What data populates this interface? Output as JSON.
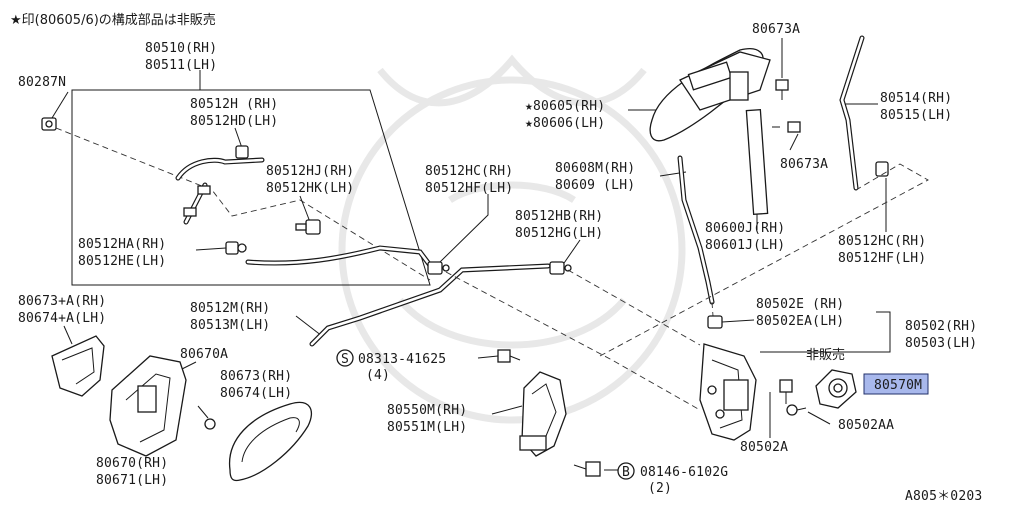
{
  "header_note": "★印(80605/6)の構成部品は非販売",
  "footer_code": "A805＊0203",
  "labels": {
    "p80510": "80510(RH)",
    "p80511": "80511(LH)",
    "p80287N": "80287N",
    "p80512H": "80512H (RH)",
    "p80512HD": "80512HD(LH)",
    "p80512HJ": "80512HJ(RH)",
    "p80512HK": "80512HK(LH)",
    "p80512HA": "80512HA(RH)",
    "p80512HE": "80512HE(LH)",
    "p80512HC_l": "80512HC(RH)",
    "p80512HF_l": "80512HF(LH)",
    "p80512HB": "80512HB(RH)",
    "p80512HG": "80512HG(LH)",
    "p80673A_top": "80673A",
    "p80605": "★80605(RH)",
    "p80606": "★80606(LH)",
    "p80673A_mid": "80673A",
    "p80608M": "80608M(RH)",
    "p80609": "80609 (LH)",
    "p80514": "80514(RH)",
    "p80515": "80515(LH)",
    "p80600J": "80600J(RH)",
    "p80601J": "80601J(LH)",
    "p80512HC_r": "80512HC(RH)",
    "p80512HF_r": "80512HF(LH)",
    "p80673pA": "80673+A(RH)",
    "p80674pA": "80674+A(LH)",
    "p80512M": "80512M(RH)",
    "p80513M": "80513M(LH)",
    "p80670A": "80670A",
    "p08313": "08313-41625",
    "p08313_qty": "(4)",
    "p80673": "80673(RH)",
    "p80674": "80674(LH)",
    "p80502E": "80502E (RH)",
    "p80502EA": "80502EA(LH)",
    "p80502": "80502(RH)",
    "p80503": "80503(LH)",
    "not_sold": "非販売",
    "p80570M": "80570M",
    "p80550M": "80550M(RH)",
    "p80551M": "80551M(LH)",
    "p80670": "80670(RH)",
    "p80671": "80671(LH)",
    "p80502A": "80502A",
    "p80502AA": "80502AA",
    "p08146": "08146-6102G",
    "p08146_qty": "(2)",
    "circle_s": "S",
    "circle_b": "B"
  }
}
